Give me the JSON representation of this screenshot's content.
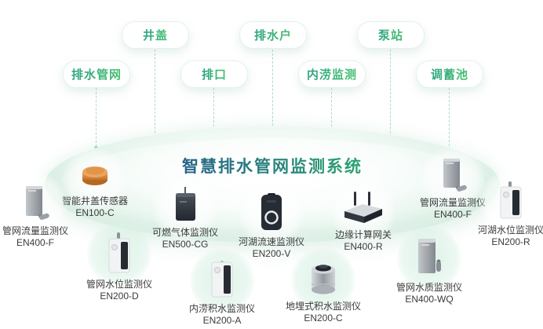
{
  "title": "智慧排水管网监测系统",
  "pills": [
    {
      "label": "井盖"
    },
    {
      "label": "排水户"
    },
    {
      "label": "泵站"
    },
    {
      "label": "排水管网"
    },
    {
      "label": "排口"
    },
    {
      "label": "内涝监测"
    },
    {
      "label": "调蓄池"
    }
  ],
  "devices": [
    {
      "name": "智能井盖传感器",
      "model": "EN100-C",
      "icon": "manhole-cover-icon"
    },
    {
      "name": "管网流量监测仪",
      "model": "EN400-F",
      "icon": "pipe-flow-monitor-icon"
    },
    {
      "name": "可燃气体监测仪",
      "model": "EN500-CG",
      "icon": "gas-monitor-icon"
    },
    {
      "name": "河湖流速监测仪",
      "model": "EN200-V",
      "icon": "flow-velocity-monitor-icon"
    },
    {
      "name": "边缘计算网关",
      "model": "EN400-R",
      "icon": "edge-gateway-icon"
    },
    {
      "name": "管网流量监测仪",
      "model": "EN400-F",
      "icon": "pipe-flow-monitor-icon"
    },
    {
      "name": "河湖水位监测仪",
      "model": "EN200-R",
      "icon": "river-level-monitor-icon"
    },
    {
      "name": "管网水位监测仪",
      "model": "EN200-D",
      "icon": "pipe-level-monitor-icon"
    },
    {
      "name": "内涝积水监测仪",
      "model": "EN200-A",
      "icon": "waterlogging-monitor-icon"
    },
    {
      "name": "地埋式积水监测仪",
      "model": "EN200-C",
      "icon": "buried-water-monitor-icon"
    },
    {
      "name": "管网水质监测仪",
      "model": "EN400-WQ",
      "icon": "water-quality-monitor-icon"
    }
  ],
  "colors": {
    "accent_green": "#3cb878",
    "title_blue": "#27467e",
    "title_green": "#3fbf6e",
    "device_orange": "#e0913f",
    "ellipse_green": "#cbe8d8",
    "connector_green": "#abdcc6",
    "label_text": "#3b3b3b"
  }
}
